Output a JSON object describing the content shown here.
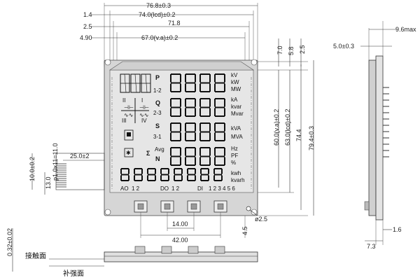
{
  "dims": {
    "d1": "76.8±0.3",
    "d2": "1.4",
    "d2b": "74.0(lcd)±0.2",
    "d3": "2.5",
    "d3b": "71.8",
    "d4": "4.90",
    "d4b": "67.0(v.a)±0.2",
    "right_7": "7.0",
    "right_58": "5.8",
    "right_25": "2.5",
    "right_60": "60.0(v.a)±0.2",
    "right_63": "63.0(lcd)±0.2",
    "right_744": "74.4",
    "right_794": "79.4±0.3",
    "side_5": "5.0±0.3",
    "side_96": "9.6max",
    "side_16": "1.6",
    "side_73": "7.3",
    "left_25": "25.0±2",
    "left_pitch": "p1.0x11=11.0",
    "left_10": "10.0±0.2",
    "left_13": "13.0",
    "left_032": "0.32±0.02",
    "btn_14": "14.00",
    "btn_42": "42.00",
    "btn_45": "4.5",
    "hole": "ø2.5",
    "label_contact": "接触面",
    "label_reinforce": "补强面"
  },
  "lcd": {
    "row1": "P",
    "row1sub": "1-2",
    "row1units": [
      "kV",
      "kW",
      "MW"
    ],
    "row2": "Q",
    "row2sub": "2-3",
    "row2units": [
      "kA",
      "kvar",
      "Mvar"
    ],
    "row3": "S",
    "row3sub": "3-1",
    "row3units": [
      "kVA",
      "MVA"
    ],
    "row4": "N",
    "row4sigma": "Σ",
    "row4avg": "Avg",
    "row4units": [
      "Hz",
      "PF",
      "%"
    ],
    "row5units": [
      "kwh",
      "kvarh"
    ],
    "quadrants": [
      "II",
      "I",
      "III",
      "IV"
    ],
    "ao": "AO",
    "ao_nums": "1  2",
    "do": "DO",
    "do_nums": "1 2",
    "di": "DI",
    "di_nums": "1 2 3 4 5 6"
  }
}
